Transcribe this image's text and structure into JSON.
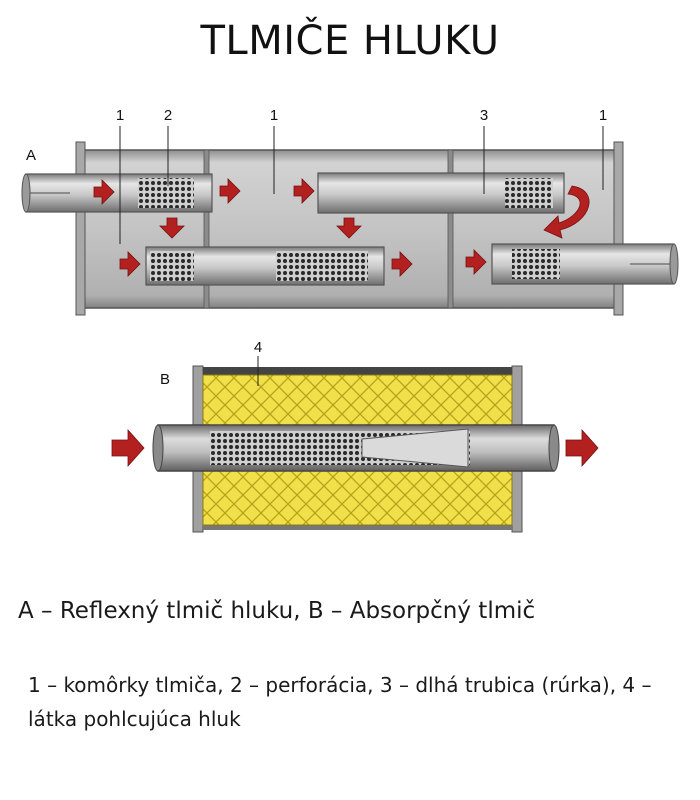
{
  "title": "TLMIČE HLUKU",
  "diagram_a": {
    "letter": "A",
    "callouts": [
      "1",
      "2",
      "1",
      "3",
      "1"
    ]
  },
  "diagram_b": {
    "letter": "B",
    "callouts": [
      "4"
    ]
  },
  "colors": {
    "arrow": "#b22020",
    "steel": "#b8b8b8",
    "absorber": "#f1e04a"
  },
  "caption": "A – Reflexný tlmič hluku, B – Absorpčný tlmič",
  "legend": "1 – komôrky tlmiča, 2 – perforácia, 3 – dlhá trubica (rúrka), 4 – látka pohlcujúca hluk"
}
